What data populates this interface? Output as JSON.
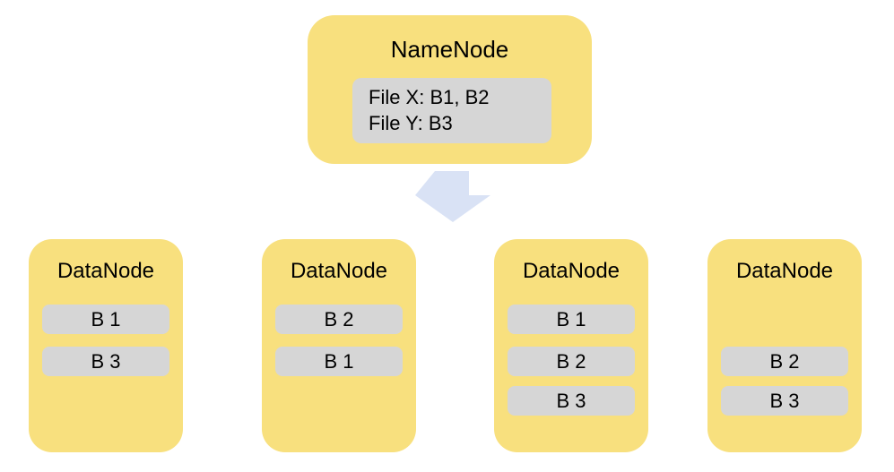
{
  "namenode": {
    "title": "NameNode",
    "mapping_lines": [
      "File X: B1, B2",
      "File Y: B3"
    ]
  },
  "datanodes": [
    {
      "title": "DataNode",
      "blocks": [
        "B 1",
        "B 3"
      ]
    },
    {
      "title": "DataNode",
      "blocks": [
        "B 2",
        "B 1"
      ]
    },
    {
      "title": "DataNode",
      "blocks": [
        "B 1",
        "B 2",
        "B 3"
      ]
    },
    {
      "title": "DataNode",
      "blocks": [
        "B 2",
        "B 3"
      ]
    }
  ],
  "icons": {
    "arrow": "down-arrow"
  },
  "colors": {
    "node_fill": "#F8E07E",
    "block_fill": "#D6D6D6",
    "arrow_fill": "#D9E2F5",
    "text": "#000000",
    "background": "#FFFFFF"
  }
}
